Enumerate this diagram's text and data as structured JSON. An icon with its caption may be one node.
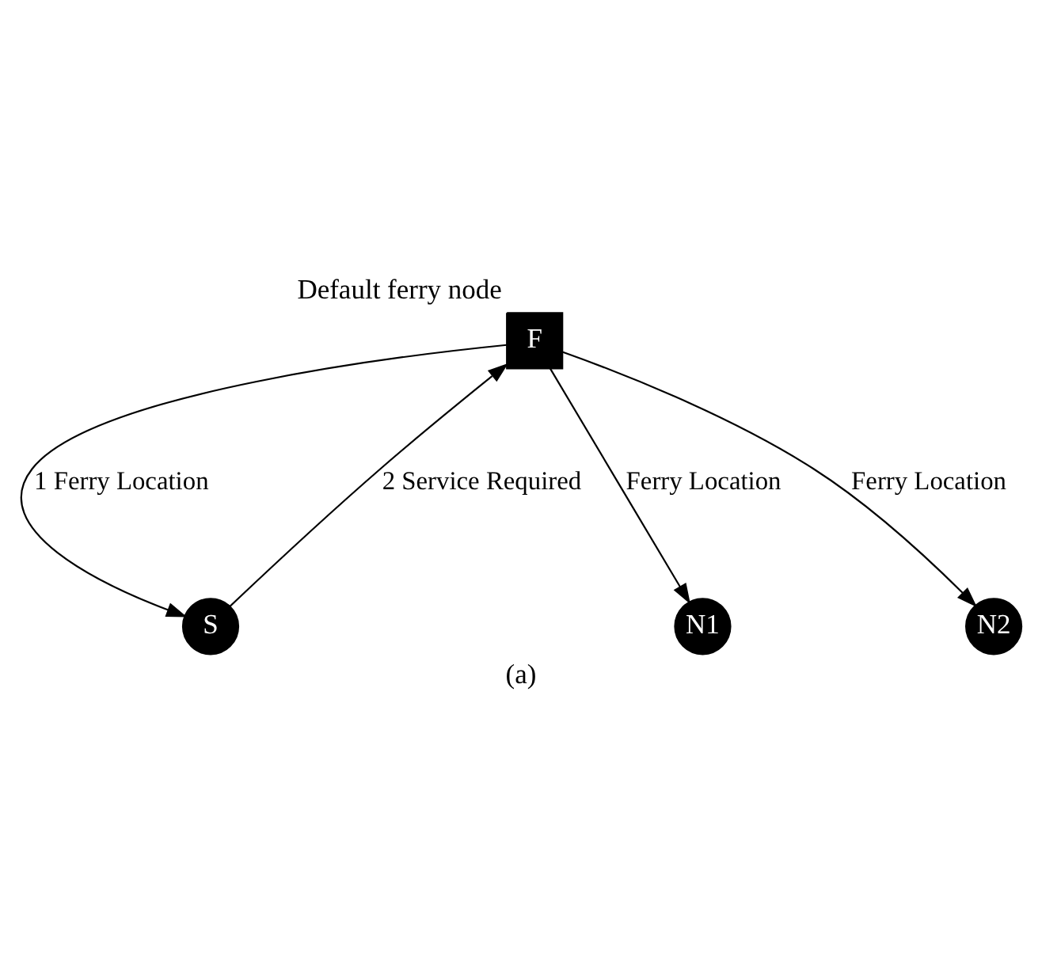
{
  "diagram": {
    "caption": "(a)",
    "nodes": [
      {
        "text": [
          "F",
          "Default ferry node"
        ]
      },
      {
        "text": [
          "S"
        ]
      },
      {
        "text": [
          "N1"
        ]
      },
      {
        "text": [
          "N2"
        ]
      }
    ],
    "edges": [
      {
        "from": 0,
        "to": 1,
        "arrow": "to",
        "label": "1 Ferry Location"
      },
      {
        "from": 1,
        "to": 0,
        "arrow": "to",
        "label": "2 Service Required"
      },
      {
        "from": 0,
        "to": 3,
        "arrow": "to",
        "label": "Ferry Location"
      },
      {
        "from": 0,
        "to": 2,
        "arrow": "to",
        "label": "Ferry Location"
      }
    ]
  }
}
